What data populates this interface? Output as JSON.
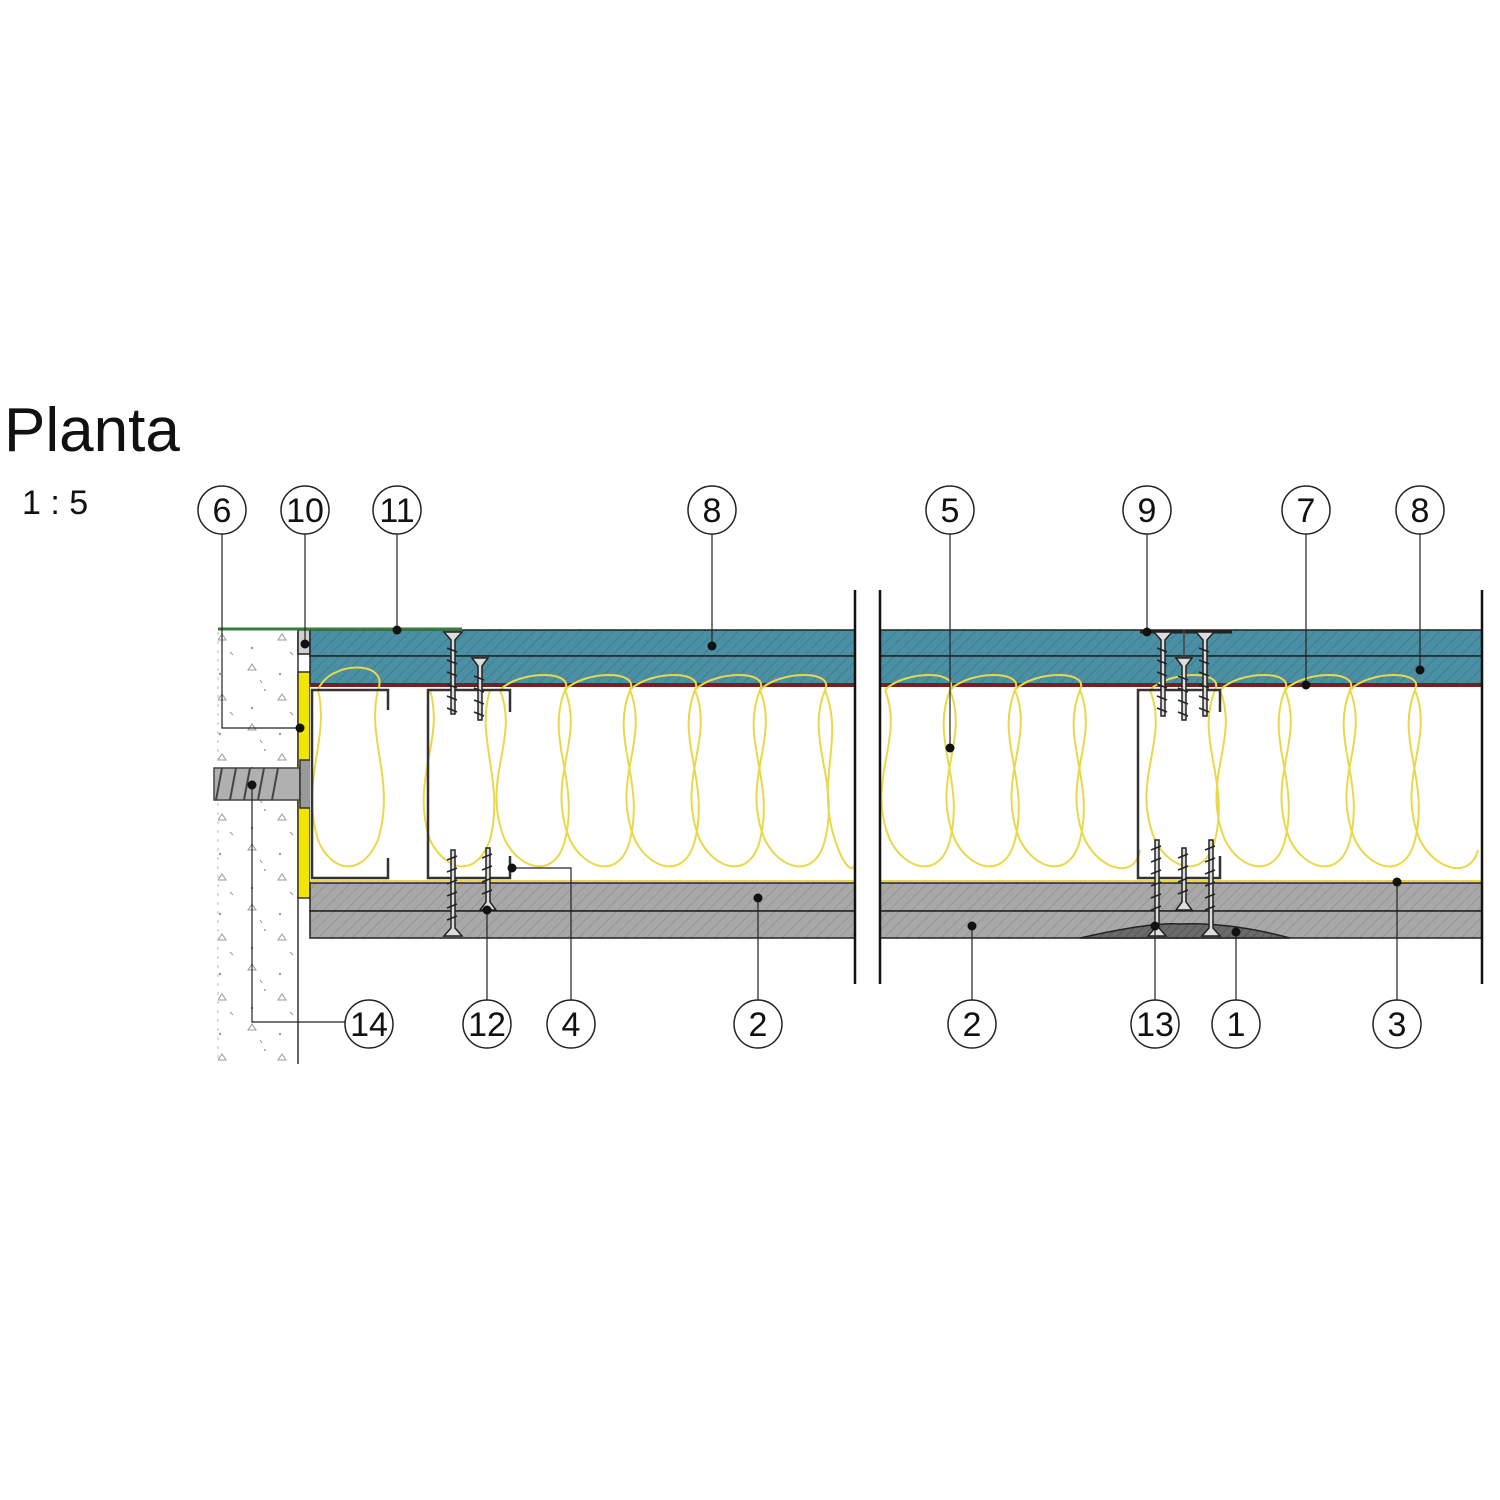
{
  "title": "Planta",
  "scale": "1 : 5",
  "colors": {
    "board_blue": "#4a8fa3",
    "board_grey": "#a5a5a5",
    "insulation_yellow": "#e8d84a",
    "stud_yellow": "#f2e600",
    "membrane_red": "#7a1f1f",
    "line": "#1a1a1a"
  },
  "callouts": {
    "c6": "6",
    "c10": "10",
    "c11": "11",
    "c8a": "8",
    "c5": "5",
    "c9": "9",
    "c7": "7",
    "c8b": "8",
    "c14": "14",
    "c12": "12",
    "c4": "4",
    "c2a": "2",
    "c2b": "2",
    "c13": "13",
    "c1": "1",
    "c3": "3"
  }
}
